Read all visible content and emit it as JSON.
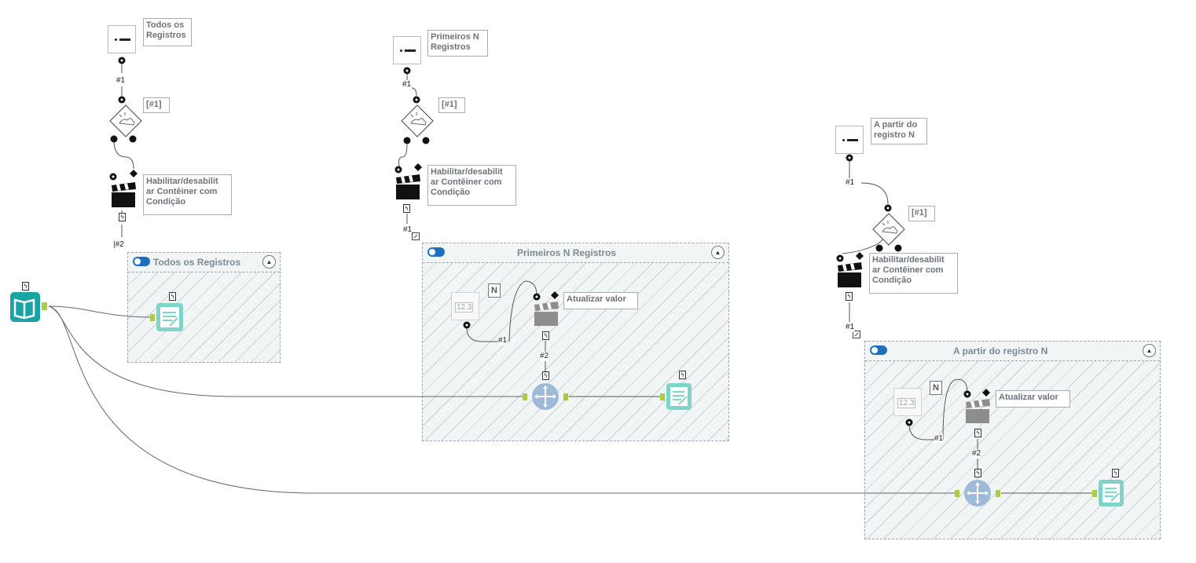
{
  "annotations": {
    "todos_registros": "Todos os\nRegistros",
    "primeiros_n": "Primeiros N\nRegistros",
    "a_partir_n": "A partir do\nregistro N",
    "condition_label": "[#1]",
    "habilitar_label": "Habilitar/desabilit\nar Contêiner com\nCondição",
    "atualizar_valor": "Atualizar valor",
    "n_label": "N",
    "num_value": "12.3"
  },
  "wire_labels": {
    "one": "#1",
    "two": "#2",
    "two_bar": "|#2"
  },
  "containers": {
    "todos": "Todos os Registros",
    "primeiros": "Primeiros N Registros",
    "a_partir": "A partir do registro N"
  },
  "icons": {
    "bolt": "lightning-bolt-icon",
    "collapse": "▲"
  },
  "colors": {
    "input_tool": "#1aa3a3",
    "browse_tool": "#7fd3c8",
    "select_tool": "#9fb9d8",
    "toggle_on": "#1f6fc0",
    "anchor": "#a8cc44"
  }
}
